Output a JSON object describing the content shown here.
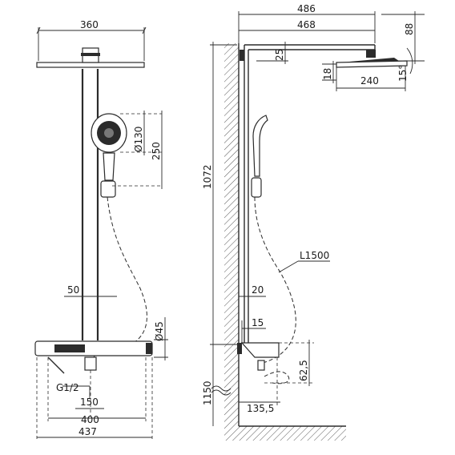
{
  "front_view": {
    "dims": {
      "head_width": "360",
      "handshower_diameter": "Ø130",
      "handshower_height": "250",
      "pipe_width": "50",
      "shelf_diameter": "Ø45",
      "inlet_thread": "G1/2",
      "inlet_spacing": "150",
      "shelf_width": "400",
      "overall_width": "437"
    }
  },
  "side_view": {
    "dims": {
      "arm_total": "486",
      "arm_length": "468",
      "head_drop": "88",
      "arm_thickness": "25",
      "head_thickness": "18",
      "head_diameter": "240",
      "head_angle": "15°",
      "height_range": "1072",
      "hose_length": "L1500",
      "pipe_diameter": "20",
      "bracket": "15",
      "projection_depth": "62,5",
      "mixer_height": "1150",
      "wall_offset": "135,5"
    }
  }
}
